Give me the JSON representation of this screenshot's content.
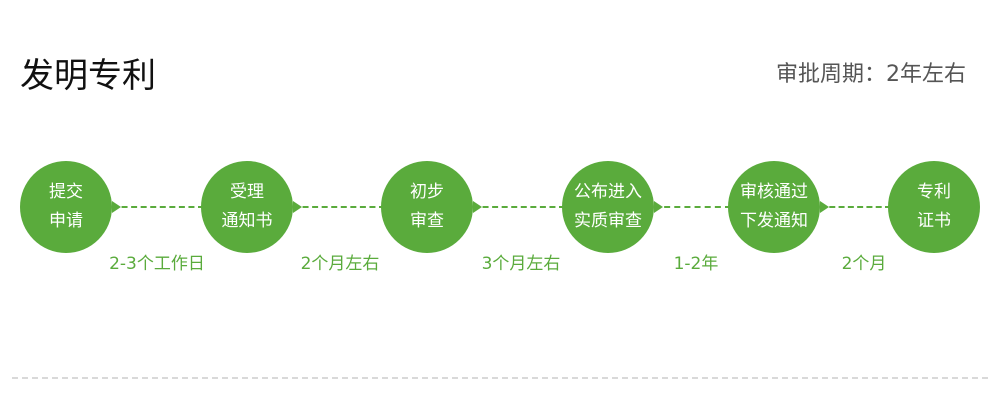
{
  "title": "发明专利",
  "period": "审批周期：2年左右",
  "colors": {
    "accent": "#5aab3c",
    "title_text": "#111111",
    "period_text": "#555555",
    "divider": "#d9d9d9"
  },
  "steps": [
    {
      "label": "提交\n申请"
    },
    {
      "label": "受理\n通知书"
    },
    {
      "label": "初步\n审查"
    },
    {
      "label": "公布进入\n实质审查"
    },
    {
      "label": "审核通过\n下发通知"
    },
    {
      "label": "专利\n证书"
    }
  ],
  "durations": [
    {
      "label": "2-3个工作日"
    },
    {
      "label": "2个月左右"
    },
    {
      "label": "3个月左右"
    },
    {
      "label": "1-2年"
    },
    {
      "label": "2个月"
    }
  ]
}
